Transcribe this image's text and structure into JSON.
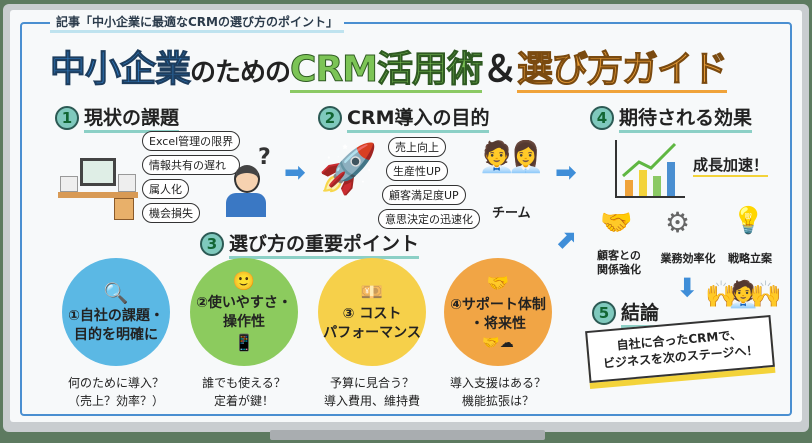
{
  "kicker": "記事「中小企業に最適なCRMの選び方のポイント」",
  "title": {
    "part1": "中小企業",
    "part2": "のための",
    "part3": "CRM活用術",
    "part4": "＆",
    "part5": "選び方ガイド"
  },
  "section1": {
    "num": "1",
    "heading": "現状の課題",
    "issues": [
      "Excel管理の限界",
      "情報共有の遅れ",
      "属人化",
      "機会損失"
    ],
    "question": "?"
  },
  "section2": {
    "num": "2",
    "heading": "CRM導入の目的",
    "goals": [
      "売上向上",
      "生産性UP",
      "顧客満足度UP",
      "意思決定の迅速化"
    ],
    "team_label": "チーム"
  },
  "section3": {
    "num": "3",
    "heading": "選び方の重要ポイント",
    "points": [
      {
        "title_lines": [
          "①自社の課題・",
          "目的を明確に"
        ],
        "caption": [
          "何のために導入？",
          "（売上？効率？）"
        ],
        "color": "#5bb8e4"
      },
      {
        "title_lines": [
          "②使いやすさ・",
          "操作性"
        ],
        "caption": [
          "誰でも使える？",
          "定着が鍵！"
        ],
        "color": "#8ccb5e"
      },
      {
        "title_lines": [
          "③ コスト",
          "パフォーマンス"
        ],
        "caption": [
          "予算に見合う？",
          "導入費用、維持費"
        ],
        "color": "#f6d04a"
      },
      {
        "title_lines": [
          "④サポート体制",
          "・将来性"
        ],
        "caption": [
          "導入支援はある？",
          "機能拡張は？"
        ],
        "color": "#f1a545"
      }
    ]
  },
  "section4": {
    "num": "4",
    "heading": "期待される効果",
    "growth_label": "成長加速！",
    "effects": [
      "顧客との関係強化",
      "業務効率化",
      "戦略立案"
    ]
  },
  "section5": {
    "num": "5",
    "heading": "結論",
    "banner": [
      "自社に合ったCRMで、",
      "ビジネスを次のステージへ！"
    ]
  }
}
